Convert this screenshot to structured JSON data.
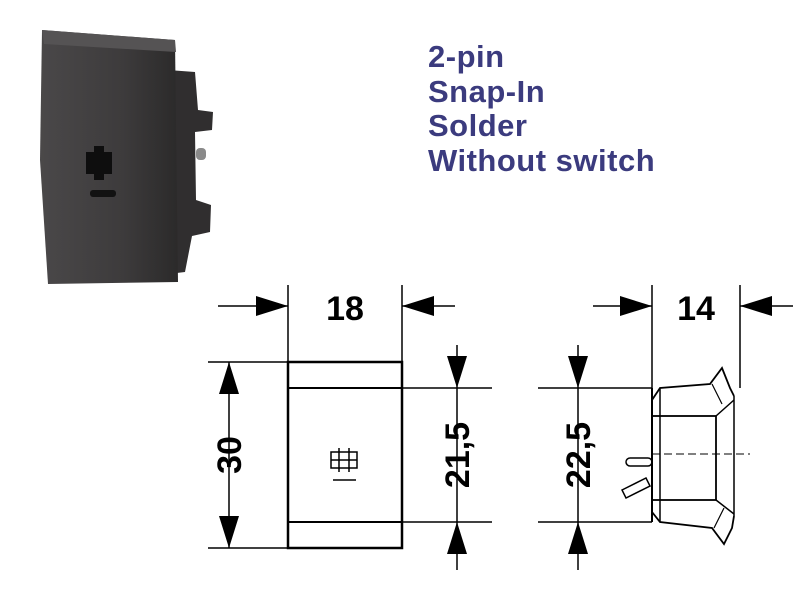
{
  "specs": [
    "2-pin",
    "Snap-In",
    "Solder",
    "Without switch"
  ],
  "dimensions": {
    "front_width": "18",
    "front_height": "30",
    "front_inner_height": "21,5",
    "side_depth": "14",
    "side_height": "22,5"
  },
  "colors": {
    "spec_text": "#3b3b7e",
    "part_body": "#3e3c3d"
  },
  "icons": [
    "product-photo",
    "socket-symbol-icon",
    "pin-icon"
  ]
}
